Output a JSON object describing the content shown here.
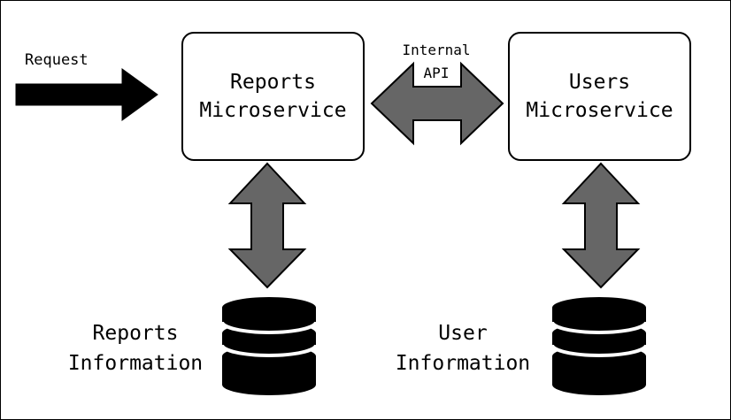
{
  "request_label": "Request",
  "internal_api": {
    "line1": "Internal",
    "line2": "API"
  },
  "reports_service": {
    "line1": "Reports",
    "line2": "Microservice"
  },
  "users_service": {
    "line1": "Users",
    "line2": "Microservice"
  },
  "reports_information": {
    "line1": "Reports",
    "line2": "Information"
  },
  "users_information": {
    "line1": "User",
    "line2": "Information"
  },
  "colors": {
    "arrow_fill": "#666666",
    "arrow_stroke": "#000000",
    "database": "#000000",
    "background": "#ffffff"
  }
}
